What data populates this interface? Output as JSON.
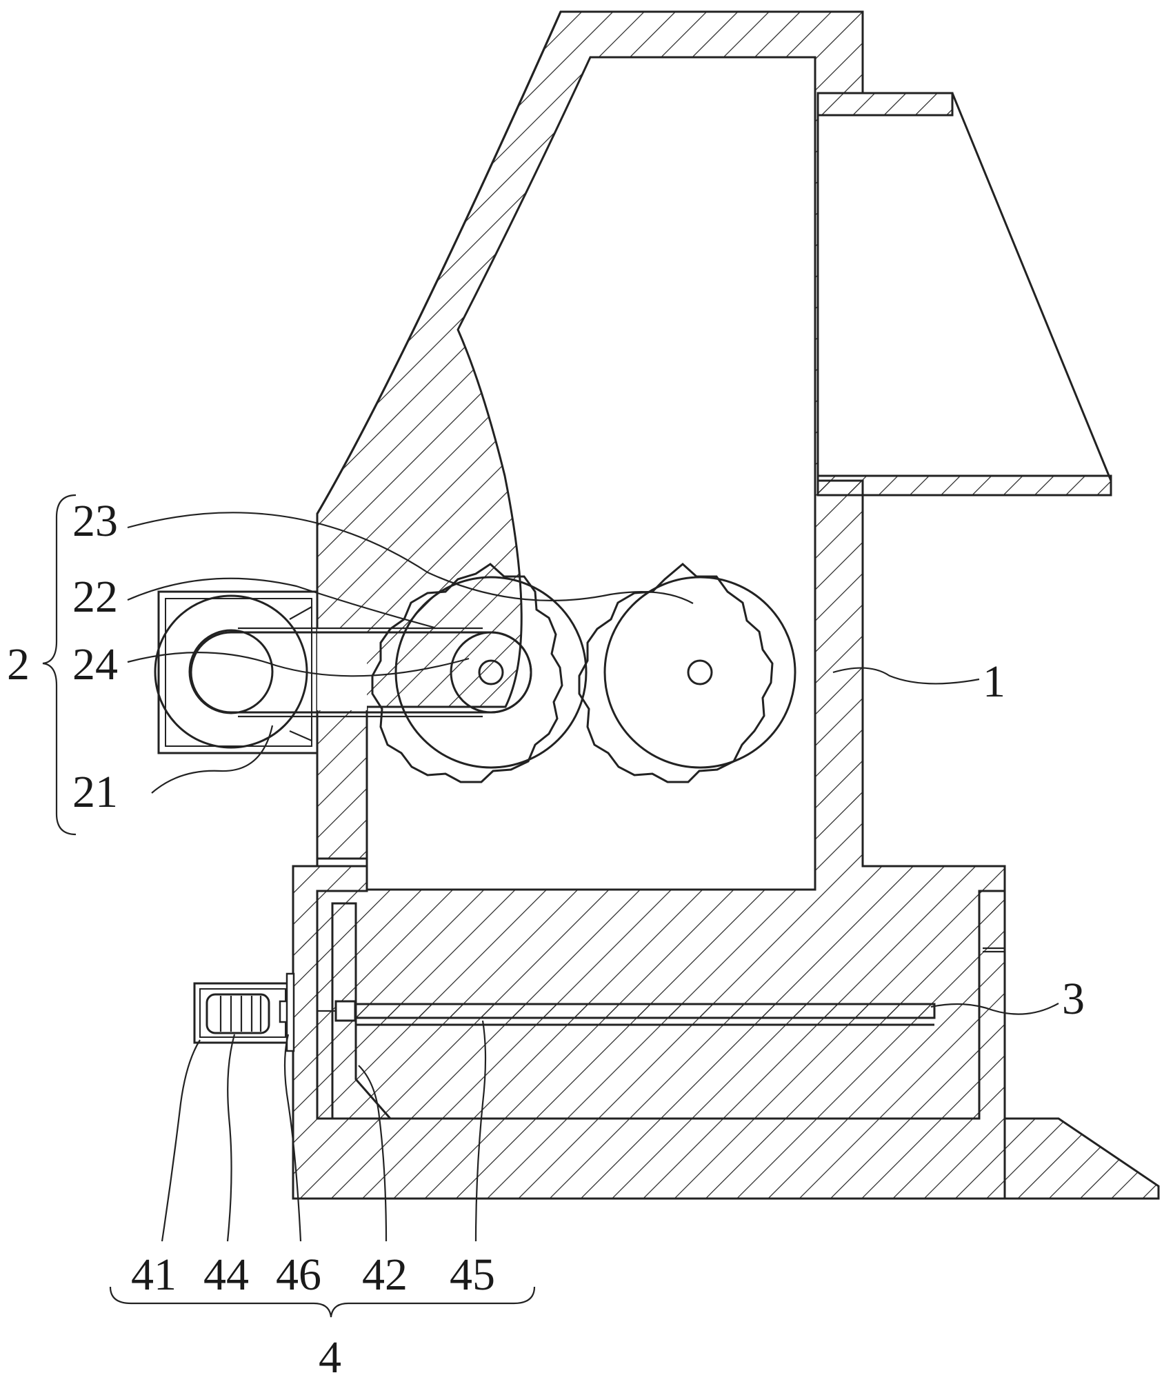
{
  "labels": {
    "n1": "1",
    "n2": "2",
    "n3": "3",
    "n4": "4",
    "n21": "21",
    "n22": "22",
    "n23": "23",
    "n24": "24",
    "n41": "41",
    "n42": "42",
    "n44": "44",
    "n45": "45",
    "n46": "46"
  },
  "colors": {
    "line": "#222222",
    "background": "#ffffff"
  }
}
